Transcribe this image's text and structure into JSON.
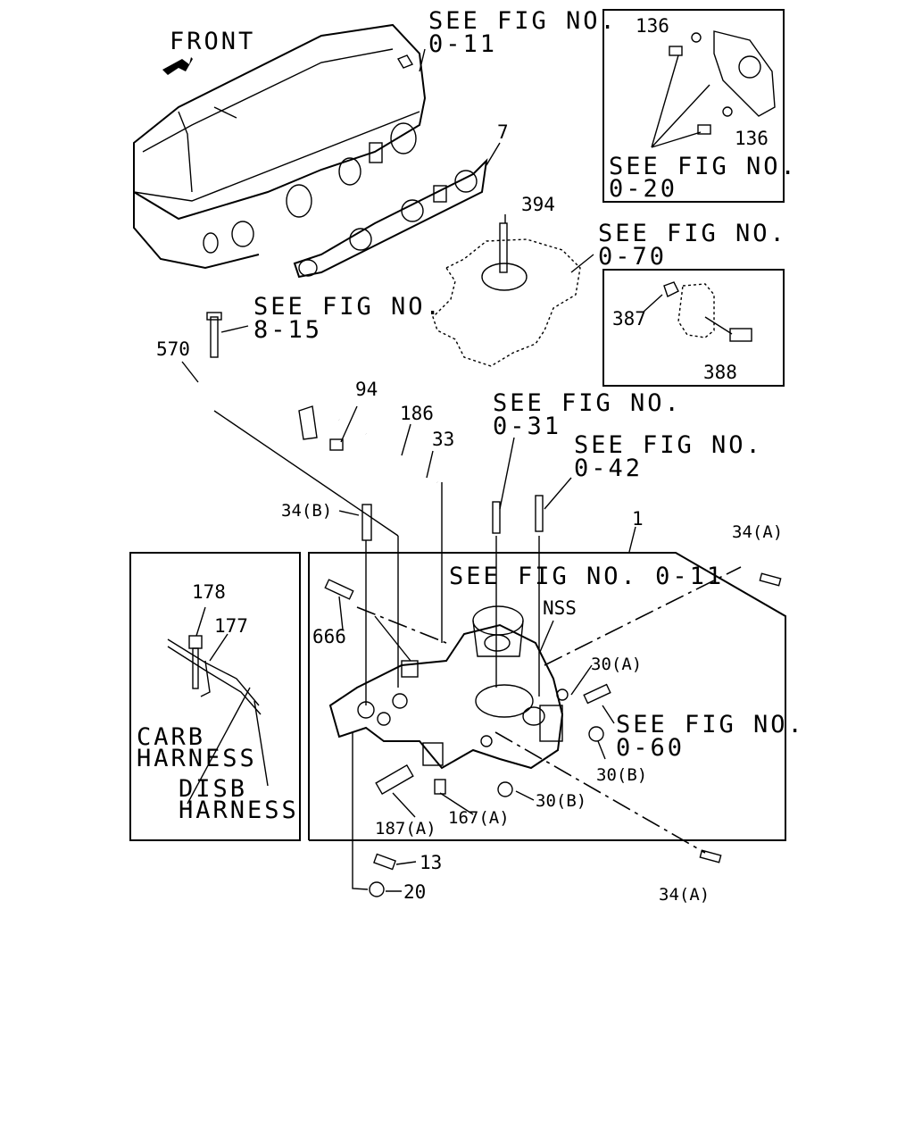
{
  "labels": {
    "front": "FRONT",
    "see_0_11_top": [
      "SEE FIG NO.",
      "0-11"
    ],
    "ref_7": "7",
    "ref_136_a": "136",
    "ref_136_b": "136",
    "see_0_20": [
      "SEE FIG NO.",
      "0-20"
    ],
    "ref_394": "394",
    "see_0_70": [
      "SEE FIG NO.",
      "0-70"
    ],
    "ref_387": "387",
    "ref_388": "388",
    "see_8_15": [
      "SEE FIG NO.",
      "8-15"
    ],
    "ref_570": "570",
    "ref_94": "94",
    "ref_186": "186",
    "ref_33": "33",
    "see_0_31": [
      "SEE FIG NO.",
      "0-31"
    ],
    "see_0_42": [
      "SEE FIG NO.",
      "0-42"
    ],
    "ref_34b": "34(B)",
    "ref_1": "1",
    "ref_34a_top": "34(A)",
    "see_0_11_mid": "SEE FIG NO. 0-11",
    "ref_666": "666",
    "ref_nss": "NSS",
    "ref_30a": "30(A)",
    "see_0_60": [
      "SEE FIG NO.",
      "0-60"
    ],
    "ref_30b_a": "30(B)",
    "ref_30b_b": "30(B)",
    "ref_187a": "187(A)",
    "ref_167a": "167(A)",
    "ref_13": "13",
    "ref_20": "20",
    "ref_34a_bot": "34(A)",
    "ref_178": "178",
    "ref_177": "177",
    "carb_harness": [
      "CARB",
      "HARNESS"
    ],
    "disb_harness": [
      "DISB",
      "HARNESS"
    ]
  }
}
